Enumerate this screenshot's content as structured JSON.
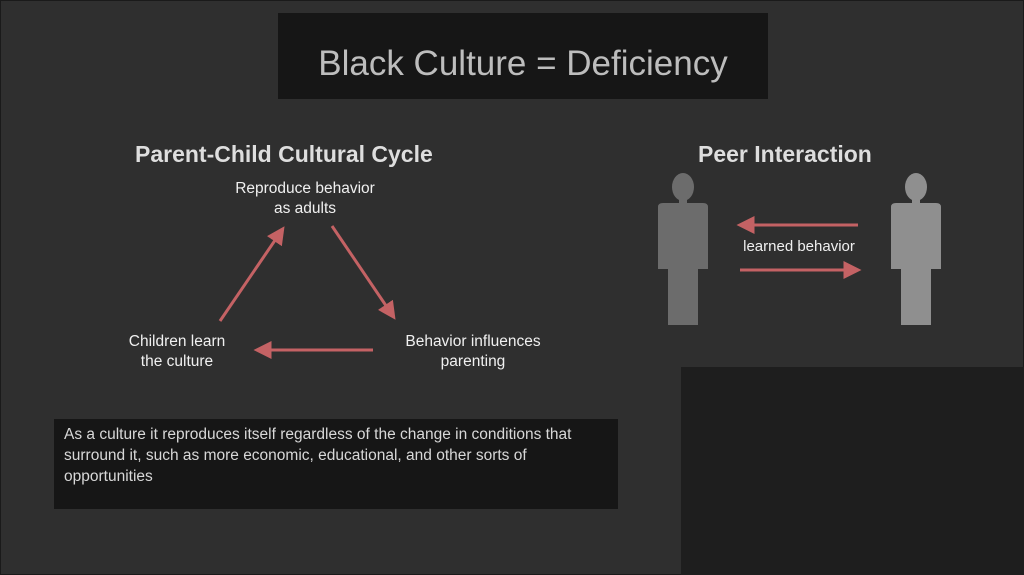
{
  "slide": {
    "title": "Black Culture = Deficiency"
  },
  "cycle": {
    "heading": "Parent-Child Cultural Cycle",
    "top": [
      "Reproduce behavior",
      "as adults"
    ],
    "right": [
      "Behavior influences",
      "parenting"
    ],
    "left": [
      "Children learn",
      "the culture"
    ]
  },
  "peer": {
    "heading": "Peer Interaction",
    "label": "learned behavior",
    "icons": [
      "person-icon",
      "person-icon"
    ]
  },
  "note": {
    "text": "As a culture it reproduces itself regardless of the change in conditions that surround it, such as more economic, educational, and other sorts of opportunities"
  },
  "colors": {
    "background": "#2f2f2f",
    "box": "#161616",
    "arrow": "#c46264",
    "figure_left": "#6c6c6c",
    "figure_right": "#8f8f8f"
  }
}
